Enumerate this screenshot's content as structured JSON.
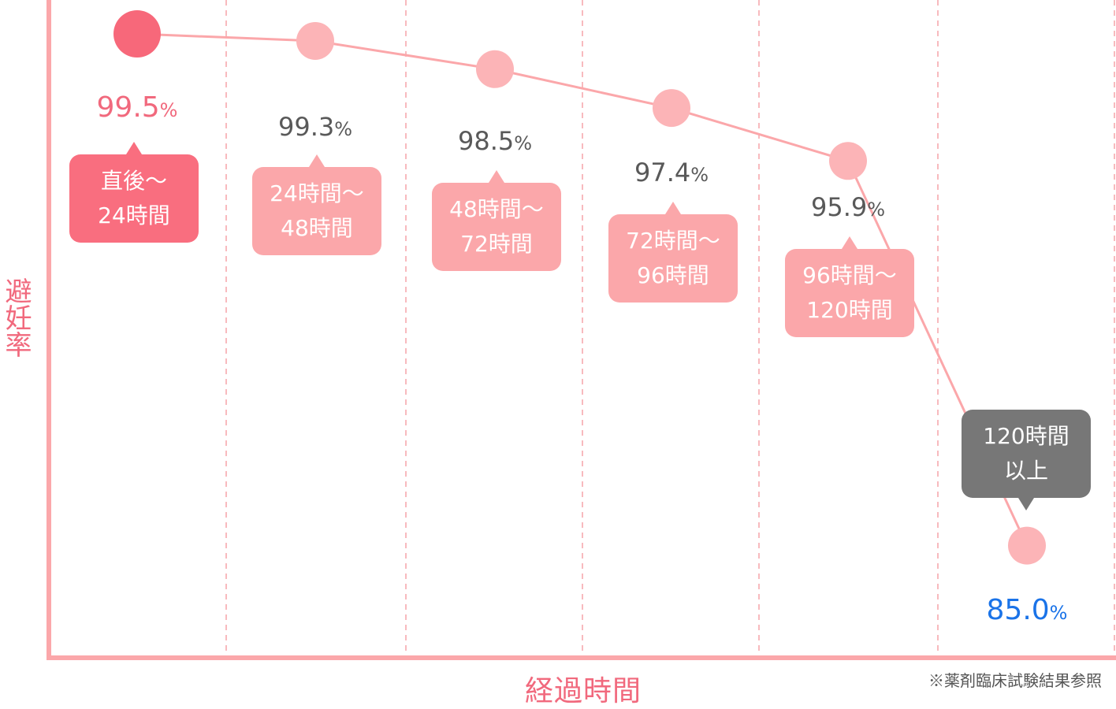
{
  "chart_data": {
    "type": "line",
    "categories": [
      "直後〜 24時間",
      "24時間〜 48時間",
      "48時間〜 72時間",
      "72時間〜 96時間",
      "96時間〜 120時間",
      "120時間 以上"
    ],
    "values": [
      99.5,
      99.3,
      98.5,
      97.4,
      95.9,
      85.0
    ],
    "value_labels": [
      "99.5",
      "99.3",
      "98.5",
      "97.4",
      "95.9",
      "85.0"
    ],
    "unit": "%",
    "bubbles": [
      {
        "line1": "直後〜",
        "line2": "24時間"
      },
      {
        "line1": "24時間〜",
        "line2": "48時間"
      },
      {
        "line1": "48時間〜",
        "line2": "72時間"
      },
      {
        "line1": "72時間〜",
        "line2": "96時間"
      },
      {
        "line1": "96時間〜",
        "line2": "120時間"
      },
      {
        "line1": "120時間",
        "line2": "以上"
      }
    ],
    "xlabel": "経過時間",
    "ylabel": "避妊率",
    "note": "※薬剤臨床試験結果参照",
    "grid": "vertical dashed",
    "colors": {
      "axis": "#fba7aa",
      "line": "#fba7aa",
      "first_point": "#f7687a",
      "point": "#fcb4b7",
      "highlight_text": "#f1697d",
      "normal_text": "#595959",
      "last_value_text": "#1a73e8",
      "gray_bubble": "#777777"
    }
  }
}
